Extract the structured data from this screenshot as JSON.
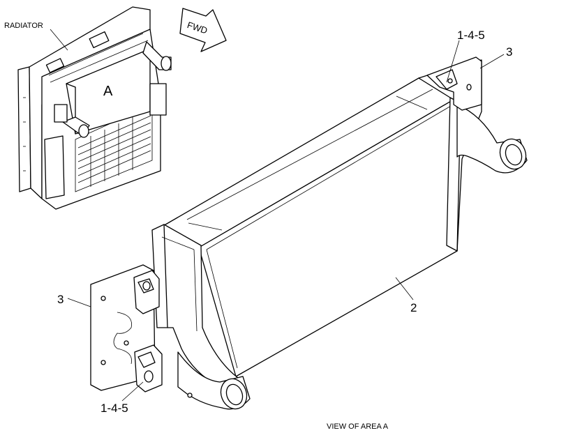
{
  "labels": {
    "radiator": "RADIATOR",
    "area": "A",
    "fwd": "FWD",
    "callout_top": "1-4-5",
    "callout_bottom": "1-4-5",
    "part_3_top": "3",
    "part_3_left": "3",
    "part_2": "2",
    "caption": "VIEW OF AREA A"
  }
}
